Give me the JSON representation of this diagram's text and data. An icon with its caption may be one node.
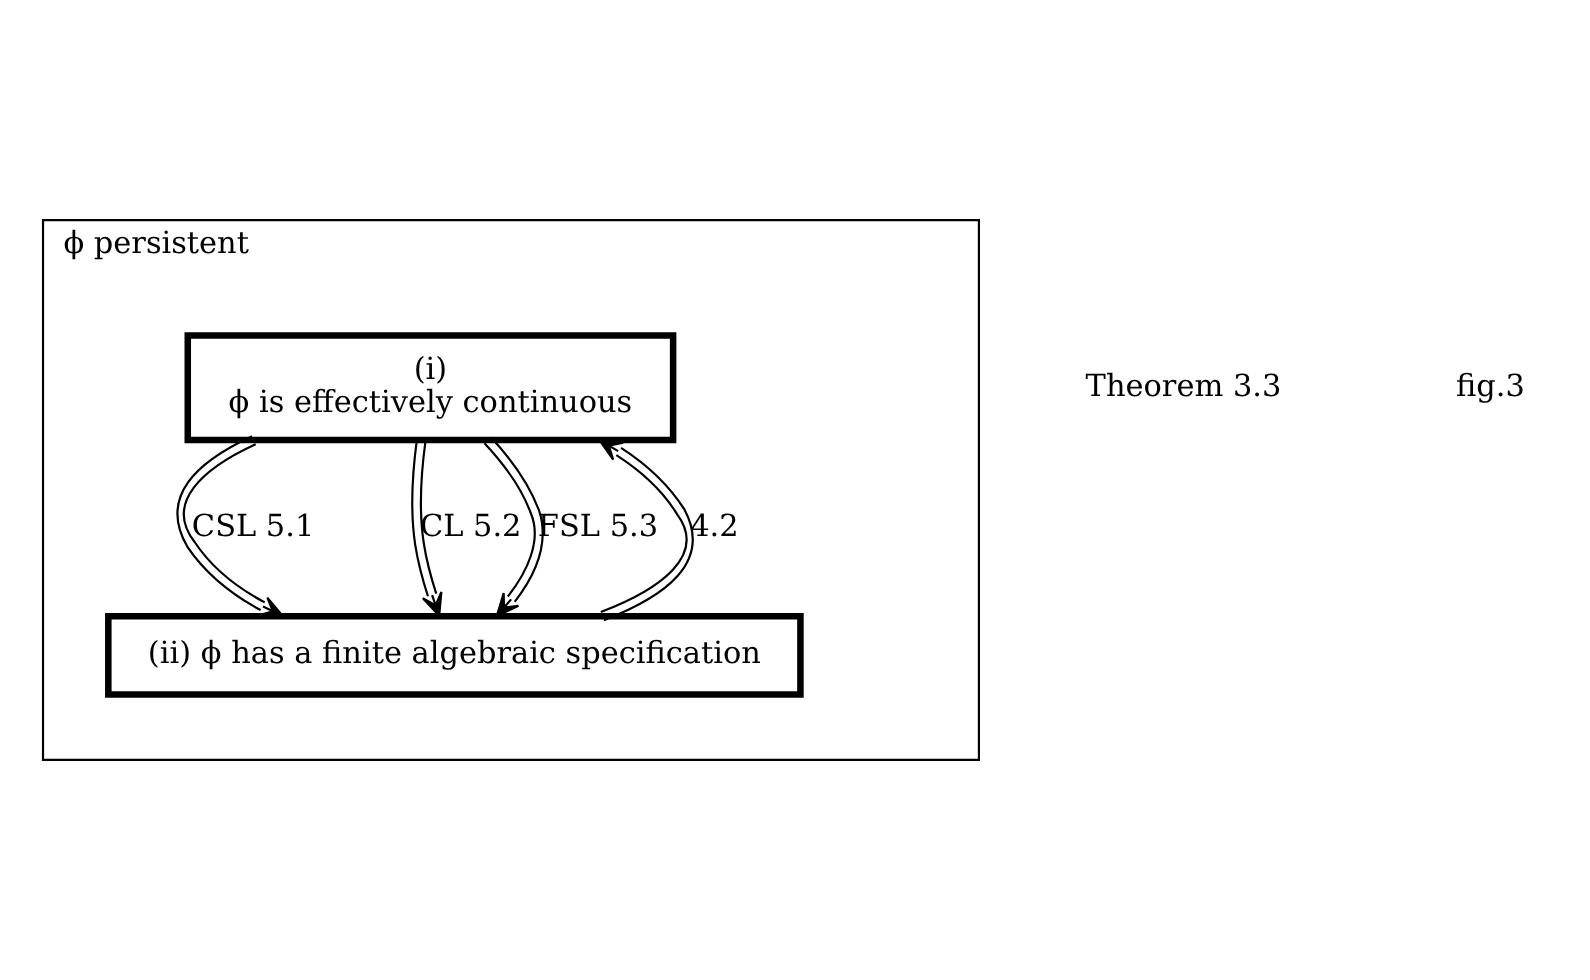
{
  "diagram": {
    "nodes": [
      {
        "text": [
          "ϕ persistent"
        ]
      },
      {
        "text": [
          "(i)",
          "ϕ is effectively continuous"
        ],
        "in": 0
      },
      {
        "text": [
          "(ii) ϕ has a finite algebraic specification"
        ],
        "in": 0
      }
    ],
    "edges": [
      {
        "from": 1,
        "to": 2,
        "arrow": "to",
        "label": "CSL 5.1"
      },
      {
        "from": 1,
        "to": 2,
        "arrow": "to",
        "label": "CL 5.2"
      },
      {
        "from": 1,
        "to": 2,
        "arrow": "to",
        "label": "FSL 5.3"
      },
      {
        "from": 2,
        "to": 1,
        "arrow": "to",
        "label": "4.2"
      }
    ],
    "labels": [
      "Theorem 3.3",
      "fig.3"
    ]
  }
}
